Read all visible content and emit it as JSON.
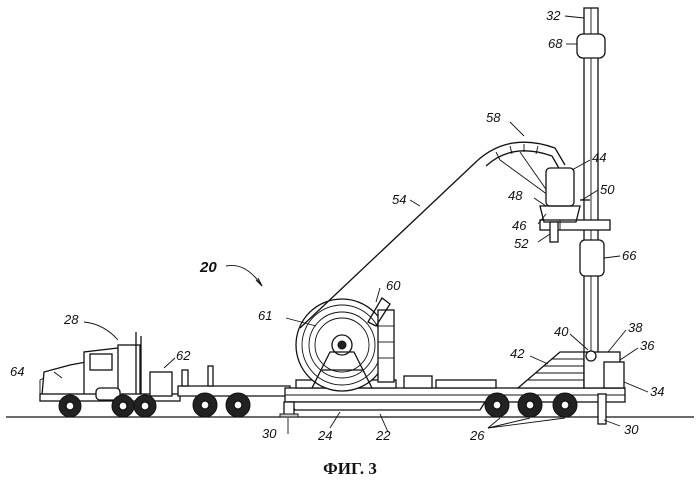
{
  "figure": {
    "caption": "ФИГ. 3",
    "labels": [
      {
        "id": "rig",
        "text": "20"
      },
      {
        "id": "truck",
        "text": "28"
      },
      {
        "id": "truck-front",
        "text": "64"
      },
      {
        "id": "generator",
        "text": "62"
      },
      {
        "id": "reel-center",
        "text": "61"
      },
      {
        "id": "reel-drive",
        "text": "60"
      },
      {
        "id": "tubing",
        "text": "54"
      },
      {
        "id": "gooseneck",
        "text": "58"
      },
      {
        "id": "injector",
        "text": "44"
      },
      {
        "id": "frame",
        "text": "48"
      },
      {
        "id": "clamp",
        "text": "50"
      },
      {
        "id": "platform",
        "text": "46"
      },
      {
        "id": "bop",
        "text": "52"
      },
      {
        "id": "mast-top",
        "text": "32"
      },
      {
        "id": "top-block",
        "text": "68"
      },
      {
        "id": "carriage",
        "text": "66"
      },
      {
        "id": "pivot",
        "text": "40"
      },
      {
        "id": "mast-base",
        "text": "38"
      },
      {
        "id": "stairs",
        "text": "42"
      },
      {
        "id": "base-plate",
        "text": "36"
      },
      {
        "id": "rear-box",
        "text": "34"
      },
      {
        "id": "outrigger-front",
        "text": "30"
      },
      {
        "id": "outrigger-rear",
        "text": "30"
      },
      {
        "id": "trailer-deck",
        "text": "24"
      },
      {
        "id": "trailer",
        "text": "22"
      },
      {
        "id": "wheels",
        "text": "26"
      }
    ]
  }
}
